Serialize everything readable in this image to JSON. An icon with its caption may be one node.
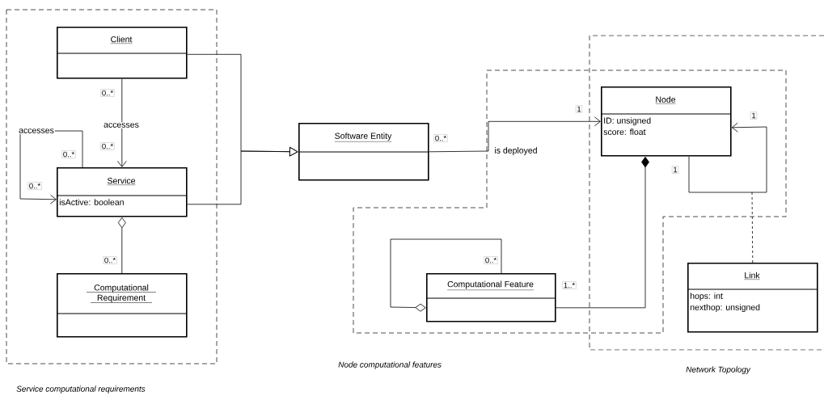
{
  "diagram": {
    "nodes": [
      {
        "text": [
          "Client"
        ]
      },
      {
        "text": [
          "Service",
          "isActive: boolean"
        ]
      },
      {
        "text": [
          "Computational Requirement"
        ]
      },
      {
        "text": [
          "Software Entity"
        ]
      },
      {
        "text": [
          "Node",
          "ID: unsigned",
          "score: float"
        ]
      },
      {
        "text": [
          "Computational Feature"
        ]
      },
      {
        "text": [
          "Link",
          "hops: int",
          "nexthop: unsigned"
        ]
      }
    ],
    "edges": [
      {
        "from": 0,
        "to": 1,
        "arrow": "to",
        "label": "accesses"
      },
      {
        "from": 1,
        "to": 1,
        "arrow": "to",
        "label": "accesses"
      },
      {
        "from": 0,
        "to": 3,
        "arrow": "to"
      },
      {
        "from": 1,
        "to": 3,
        "arrow": "to"
      },
      {
        "from": 2,
        "to": 1,
        "arrow": "other"
      },
      {
        "from": 3,
        "to": 4,
        "arrow": "to",
        "label": "is deployed"
      },
      {
        "from": 5,
        "to": 5,
        "arrow": "other"
      },
      {
        "from": 5,
        "to": 4,
        "arrow": "other"
      },
      {
        "from": 4,
        "to": 4,
        "arrow": "to"
      },
      {
        "from": 6,
        "to": null,
        "arrow": "none",
        "style": "dashed"
      }
    ],
    "labels": [
      "0..*",
      "0..*",
      "0..*",
      "0..*",
      "0..*",
      "0..*",
      "1",
      "1",
      "1",
      "0..*",
      "1..*",
      "Node computational features",
      "Network Topology",
      "Service computational requirements"
    ]
  }
}
